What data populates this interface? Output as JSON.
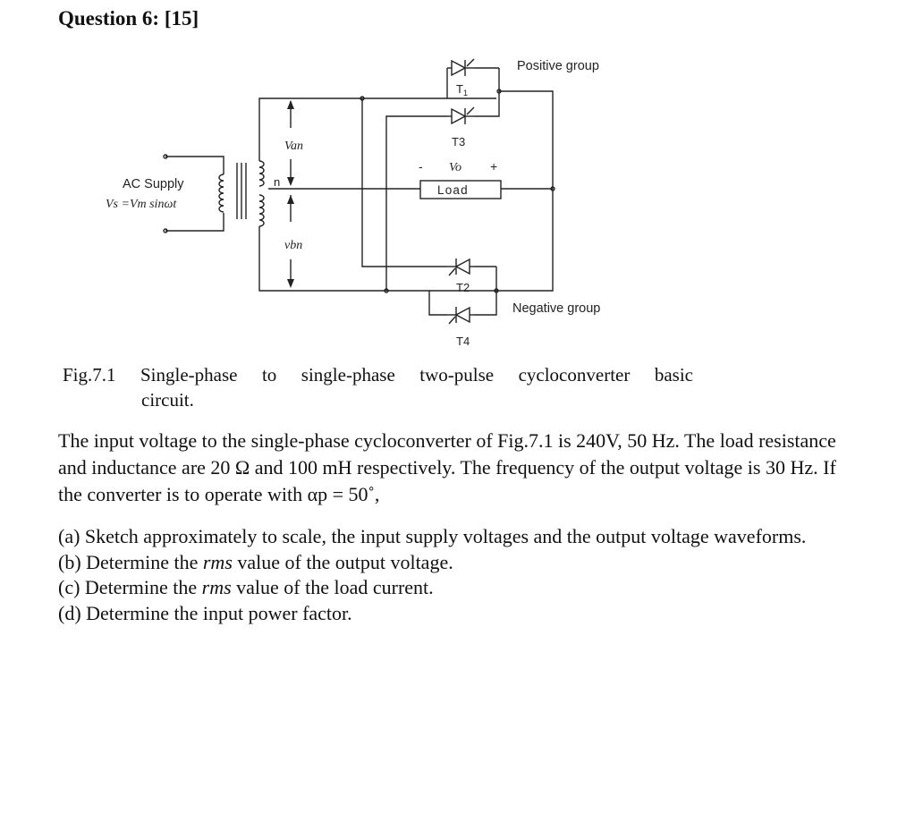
{
  "heading": "Question 6: [15]",
  "figure": {
    "label_positive_group": "Positive group",
    "label_negative_group": "Negative group",
    "label_T1_base": "T",
    "label_T1_sub": "1",
    "label_T3": "T3",
    "label_T2": "T2",
    "label_T4": "T4",
    "label_van": "Van",
    "label_vbn": "vbn",
    "label_n": "n",
    "label_vo": "Vo",
    "label_minus": "-",
    "label_plus": "+",
    "label_load": "Load",
    "label_ac_supply": "AC Supply",
    "label_vs": "Vs =Vm sinωt"
  },
  "caption": {
    "words": [
      "Fig.7.1",
      "Single-phase",
      "to",
      "single-phase",
      "two-pulse",
      "cycloconverter",
      "basic"
    ],
    "continuation": "circuit."
  },
  "paragraph": "The input voltage to the single-phase cycloconverter of Fig.7.1 is 240V, 50 Hz. The load resistance and inductance are 20 Ω and 100 mH respectively. The frequency of the output voltage is 30 Hz. If the converter is to operate with αp = 50˚,",
  "questions": [
    {
      "prefix": "(a) Sketch approximately to scale, the input supply voltages and the output voltage waveforms.",
      "em": "",
      "suffix": ""
    },
    {
      "prefix": "(b) Determine the ",
      "em": "rms",
      "suffix": " value of the output voltage."
    },
    {
      "prefix": "(c) Determine the ",
      "em": "rms",
      "suffix": " value of the load current."
    },
    {
      "prefix": "(d) Determine the input power factor.",
      "em": "",
      "suffix": ""
    }
  ]
}
